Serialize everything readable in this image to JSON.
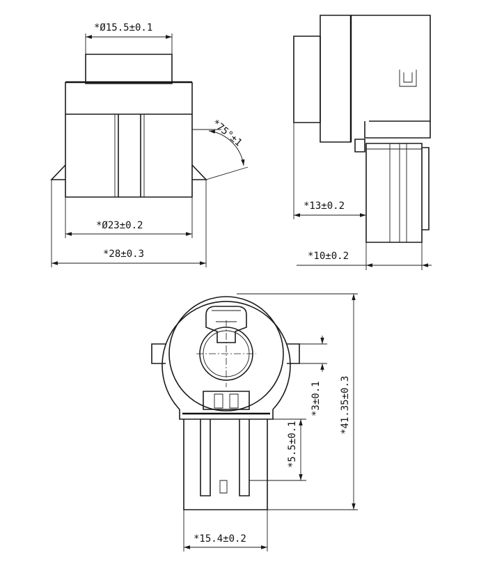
{
  "dimensions": {
    "top_width": "*Ø15.5±0.1",
    "angle": "*75°±1",
    "mid_width": "*Ø23±0.2",
    "overall_width": "*28±0.3",
    "side_depth": "*13±0.2",
    "pin_depth": "*10±0.2",
    "bottom_height": "*41.35±0.3",
    "offset_small": "*3±0.1",
    "offset_mid": "*5.5±0.1",
    "bottom_width": "*15.4±0.2"
  },
  "colors": {
    "line": "#1a1a1a",
    "background": "#ffffff"
  }
}
